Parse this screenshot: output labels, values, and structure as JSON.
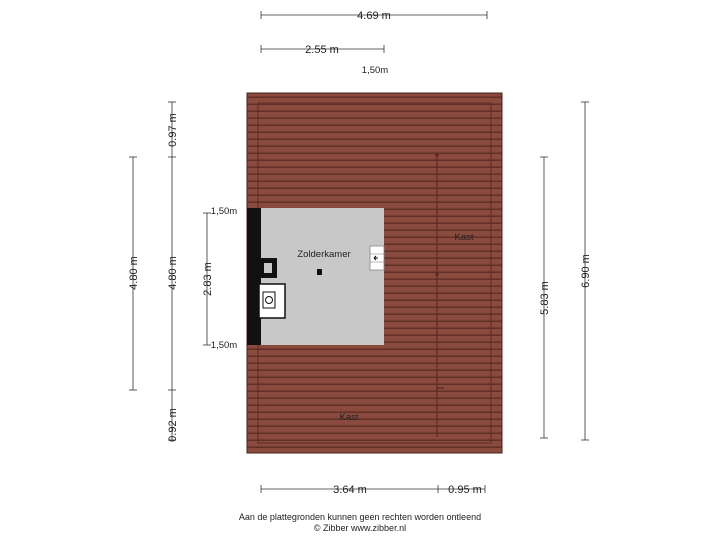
{
  "dimensions": {
    "top_total": "4.69 m",
    "top_partial": "2.55 m",
    "top_small": "1,50m",
    "left_outer": "4.80 m",
    "left_inner": "4.80 m",
    "left_top": "0.97 m",
    "left_bottom": "0.92 m",
    "left_room": "2.83 m",
    "left_room_top": "1,50m",
    "left_room_bottom": "1,50m",
    "right_inner": "5.83 m",
    "right_outer": "6.90 m",
    "bottom_left": "3.64 m",
    "bottom_right": "0.95 m"
  },
  "rooms": {
    "zolderkamer": "Zolderkamer",
    "kast_right": "Kast",
    "kast_bottom": "Kast"
  },
  "footer": {
    "line1": "Aan de plattegronden kunnen geen rechten worden ontleend",
    "line2": "© Zibber www.zibber.nl"
  },
  "colors": {
    "roof": "#8a4a3e",
    "roof_line": "#5a2a22",
    "room": "#c8c8c8",
    "wall": "#111111"
  }
}
